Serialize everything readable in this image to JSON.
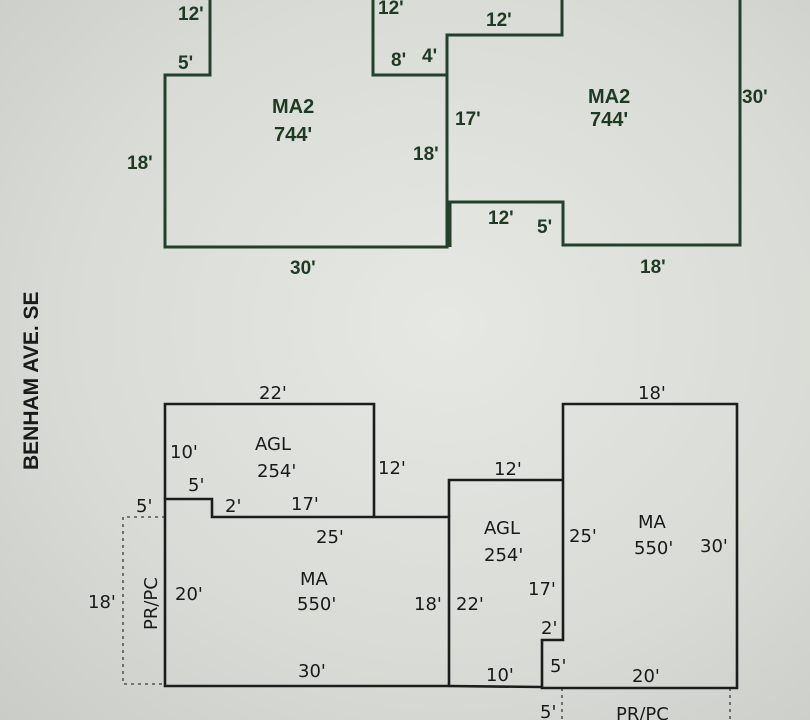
{
  "street": "BENHAM AVE. SE",
  "upper": {
    "dims": [
      "12'",
      "5'",
      "12'",
      "8'",
      "4'",
      "12'",
      "17'",
      "30'",
      "18'",
      "18'",
      "12'",
      "5'",
      "30'",
      "18'"
    ],
    "room_left": {
      "code": "MA2",
      "area": "744'"
    },
    "room_right": {
      "code": "MA2",
      "area": "744'"
    }
  },
  "lower": {
    "dims": [
      "22'",
      "10'",
      "12'",
      "5'",
      "2'",
      "17'",
      "5'",
      "25'",
      "18'",
      "20'",
      "18'",
      "22'",
      "30'",
      "12'",
      "25'",
      "17'",
      "2'",
      "10'",
      "5'",
      "20'",
      "18'",
      "30'",
      "5'"
    ],
    "agl_left": {
      "code": "AGL",
      "area": "254'"
    },
    "ma_left": {
      "code": "MA",
      "area": "550'"
    },
    "agl_mid": {
      "code": "AGL",
      "area": "254'"
    },
    "ma_right": {
      "code": "MA",
      "area": "550'"
    },
    "porch_left": "PR/PC",
    "porch_bottom": "PR/PC"
  }
}
